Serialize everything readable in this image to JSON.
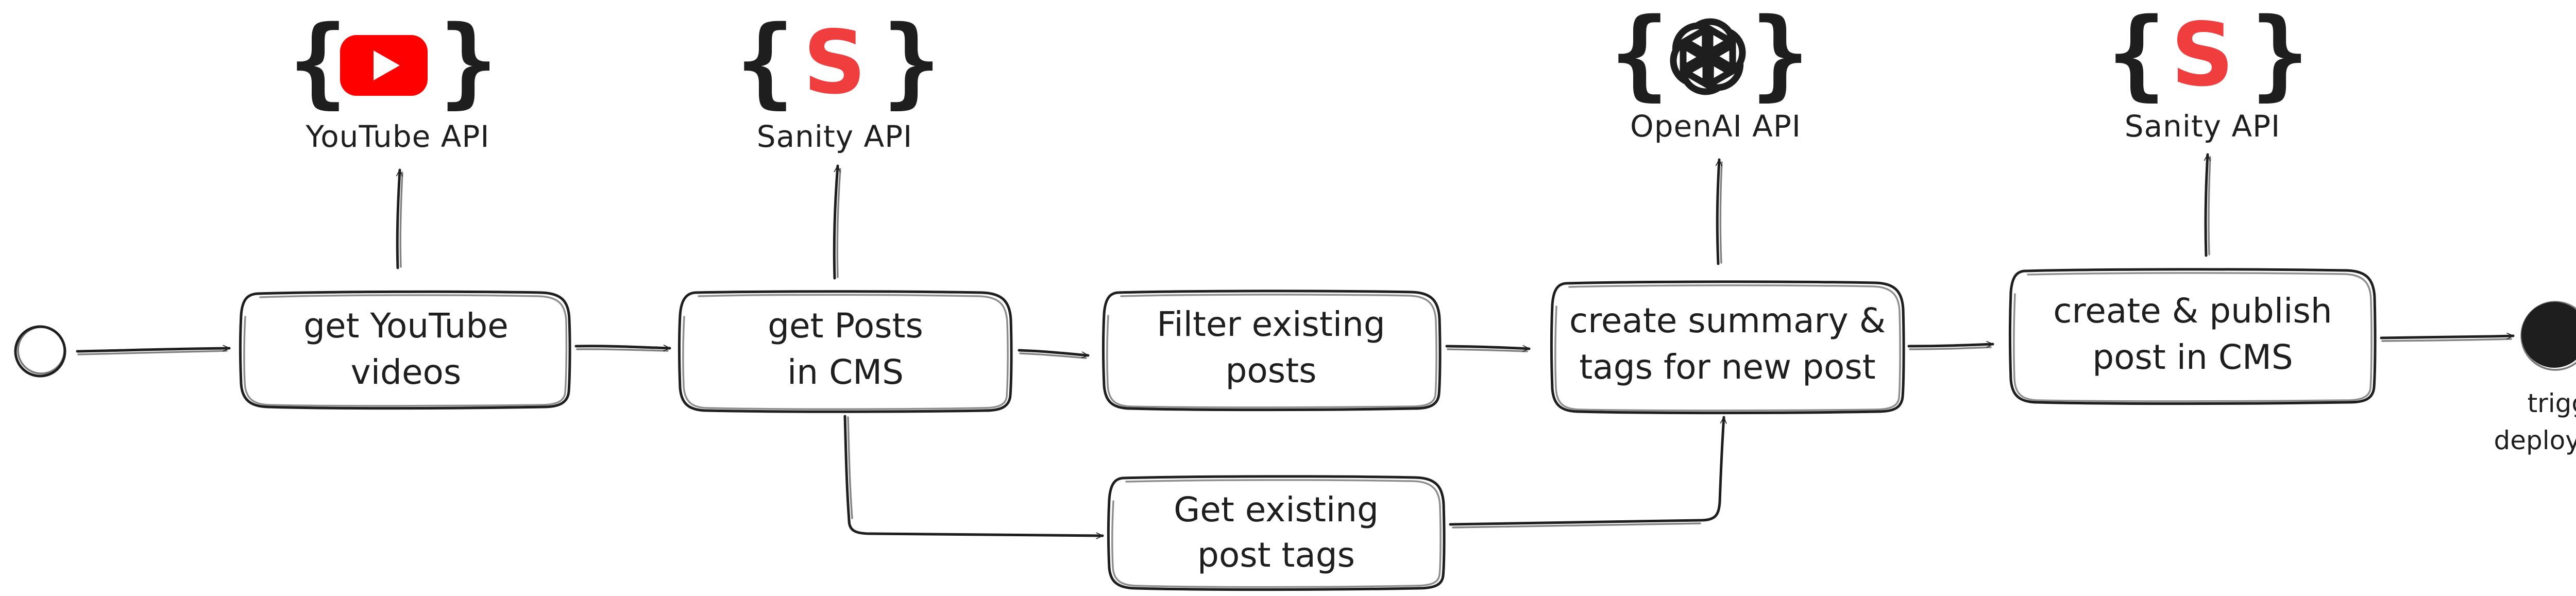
{
  "steps": {
    "get_videos": {
      "line1": "get YouTube",
      "line2": "videos"
    },
    "get_posts": {
      "line1": "get Posts",
      "line2": "in CMS"
    },
    "filter_posts": {
      "line1": "Filter existing",
      "line2": "posts"
    },
    "get_tags": {
      "line1": "Get existing",
      "line2": "post tags"
    },
    "create_summary": {
      "line1": "create summary &",
      "line2": "tags for new post"
    },
    "publish_post": {
      "line1": "create & publish",
      "line2": "post in CMS"
    }
  },
  "apis": {
    "youtube": {
      "label": "YouTube API",
      "icon": "youtube-logo-icon"
    },
    "sanity_read": {
      "label": "Sanity API",
      "icon": "sanity-logo-icon",
      "letter": "S"
    },
    "openai": {
      "label": "OpenAI API",
      "icon": "openai-logo-icon"
    },
    "sanity_write": {
      "label": "Sanity API",
      "icon": "sanity-logo-icon",
      "letter": "S"
    }
  },
  "end": {
    "line1": "trigger",
    "line2": "deployment"
  },
  "colors": {
    "stroke": "#1e1e1e",
    "youtube_red": "#ff0000",
    "sanity_red": "#f03e3e",
    "end_fill": "#1e1e1e",
    "background": "#ffffff"
  }
}
